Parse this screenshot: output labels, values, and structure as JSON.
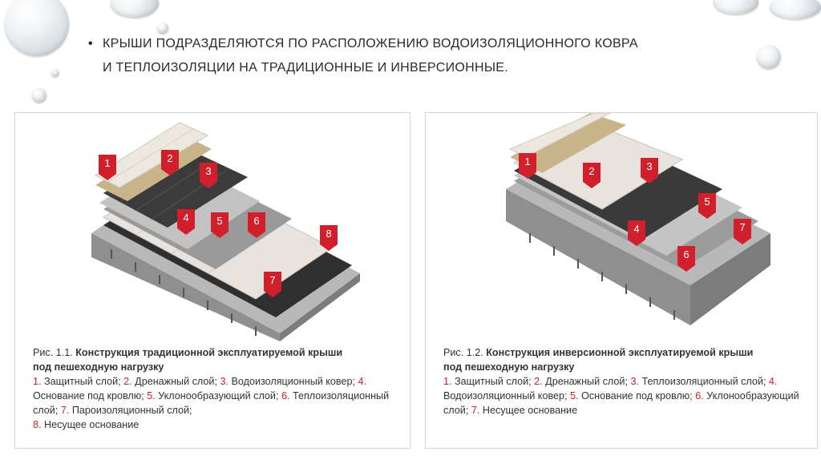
{
  "slide": {
    "bullet_line1": "Крыши подразделяются по расположению водоизоляционного ковра",
    "bullet_line2": "и теплоизоляции на традиционные и инверсионные."
  },
  "figure1": {
    "fig_label": "Рис. 1.1.",
    "title_a": "Конструкция традиционной эксплуатируемой крыши",
    "title_b": "под пешеходную нагрузку",
    "items": [
      {
        "num": "1.",
        "text": "Защитный слой;"
      },
      {
        "num": "2.",
        "text": "Дренажный слой;"
      },
      {
        "num": "3.",
        "text": "Водоизоляционный ковер;"
      },
      {
        "num": "4.",
        "text": "Основание под кровлю;"
      },
      {
        "num": "5.",
        "text": "Уклонообразующий слой;"
      },
      {
        "num": "6.",
        "text": "Теплоизоляционный слой;"
      },
      {
        "num": "7.",
        "text": "Пароизоляционный слой;"
      },
      {
        "num": "8.",
        "text": "Несущее основание"
      }
    ],
    "markers": [
      "1",
      "2",
      "3",
      "4",
      "5",
      "6",
      "7",
      "8"
    ]
  },
  "figure2": {
    "fig_label": "Рис. 1.2.",
    "title_a": "Конструкция инверсионной эксплуатируемой крыши",
    "title_b": "под пешеходную нагрузку",
    "items": [
      {
        "num": "1.",
        "text": "Защитный слой;"
      },
      {
        "num": "2.",
        "text": "Дренажный слой;"
      },
      {
        "num": "3.",
        "text": "Теплоизоляционный слой;"
      },
      {
        "num": "4.",
        "text": "Водоизоляционный ковер;"
      },
      {
        "num": "5.",
        "text": "Основание под кровлю;"
      },
      {
        "num": "6.",
        "text": "Уклонообразующий слой;"
      },
      {
        "num": "7.",
        "text": "Несущее основание"
      }
    ],
    "markers": [
      "1",
      "2",
      "3",
      "4",
      "5",
      "6",
      "7"
    ]
  },
  "colors": {
    "marker_red": "#d11f2c",
    "concrete": "#b9b9b9",
    "membrane": "#3a3a3a",
    "insulation": "#e9e4e0",
    "tiles": "#ece8df",
    "sand": "#c8b48a"
  }
}
